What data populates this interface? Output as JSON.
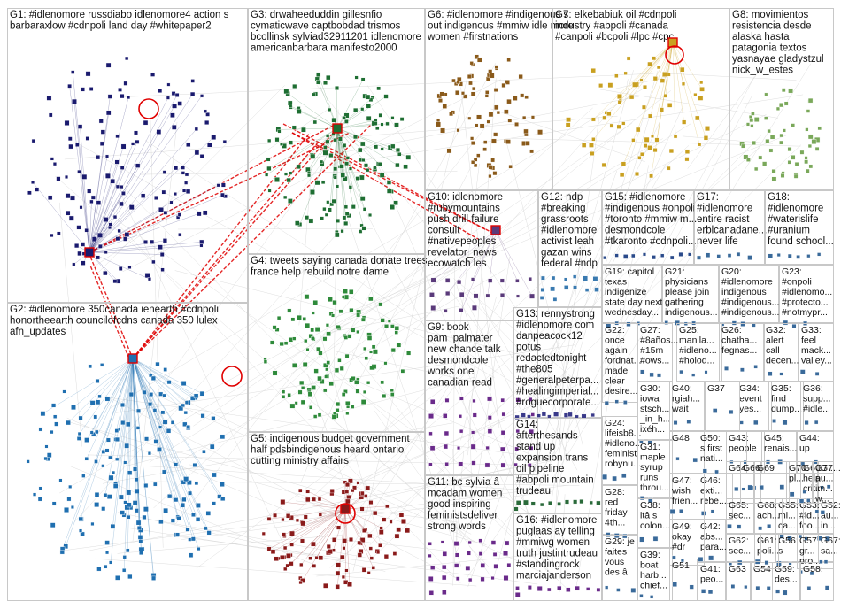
{
  "graph": {
    "background": "#ffffff",
    "border_color": "#c8c8c8",
    "edge_color": "#d0d0d0",
    "hub_edge_color": "#e00000",
    "groups": [
      {
        "id": "G1",
        "lines": [
          "G1: #idlenomore russdiabo idlenomore4 action s",
          "barbaraxlow #cdnpoli land day #whitepaper2"
        ],
        "color": "#1a1a6e",
        "nodes": 150,
        "ring": "#e00000"
      },
      {
        "id": "G2",
        "lines": [
          "G2: #idlenomore 350canada ienearth #cdnpoli",
          "honortheearth councilofcdns canada 350 lulex",
          "afn_updates"
        ],
        "color": "#1f6fb0",
        "nodes": 190,
        "ring": "#e00000"
      },
      {
        "id": "G3",
        "lines": [
          "G3: drwaheeduddin gillesnfio",
          "cymaticwave captbobdad trismos",
          "bcollinsk sylviad32911201 idlenomore",
          "americanbarbara manifesto2000"
        ],
        "color": "#1e6e32",
        "nodes": 150,
        "ring": ""
      },
      {
        "id": "G4",
        "lines": [
          "G4: tweets saying canada donate trees",
          "france help rebuild notre dame"
        ],
        "color": "#2e8a3a",
        "nodes": 130,
        "ring": ""
      },
      {
        "id": "G5",
        "lines": [
          "G5: indigenous budget government",
          "half pdsbindigenous heard ontario",
          "cutting ministry affairs"
        ],
        "color": "#8a1a1a",
        "nodes": 110,
        "ring": "#e00000"
      },
      {
        "id": "G6",
        "lines": [
          "G6: #idlenomore #indigenous s",
          "out indigenous #mmiw idle more",
          "women #firstnations"
        ],
        "color": "#8a5a1a",
        "nodes": 84,
        "ring": ""
      },
      {
        "id": "G7",
        "lines": [
          "G7: elkebabiuk oil #cdnpoli",
          "industry #abpoli #canada",
          "#canpoli #bcpoli #lpc #cpc"
        ],
        "color": "#c9a020",
        "nodes": 70,
        "ring": "#e00000"
      },
      {
        "id": "G8",
        "lines": [
          "G8: movimientos",
          "resistencia desde",
          "alaska hasta",
          "patagonia textos",
          "yasnayae gladystzul",
          "nick_w_estes"
        ],
        "color": "#7aa85a",
        "nodes": 55,
        "ring": ""
      },
      {
        "id": "G9",
        "lines": [
          "G9: book",
          "pam_palmater",
          "new chance talk",
          "desmondcole",
          "works one",
          "canadian read"
        ],
        "color": "#6a2a8a",
        "nodes": 40,
        "ring": ""
      },
      {
        "id": "G10",
        "lines": [
          "G10: idlenomore",
          "#rubymountains",
          "push drill failure",
          "consult",
          "#nativepeoples",
          "revelator_news",
          "ecowatch les"
        ],
        "color": "#5a3a7a",
        "nodes": 20,
        "ring": ""
      },
      {
        "id": "G11",
        "lines": [
          "G11: bc sylvia â",
          "mcadam women",
          "good inspiring",
          "feministsdeliver",
          "strong words"
        ],
        "color": "#6a2a8a",
        "nodes": 30,
        "ring": ""
      },
      {
        "id": "G12",
        "lines": [
          "G12: ndp",
          "#breaking",
          "grassroots",
          "#idlenomore",
          "activist leah",
          "gazan wins",
          "federal #ndp"
        ],
        "color": "#3a7ab0",
        "nodes": 14,
        "ring": ""
      },
      {
        "id": "G13",
        "lines": [
          "G13: rennystrong",
          "#idlenomore com",
          "danpeacock12",
          "potus",
          "redactedtonight",
          "#the805",
          "#generalpeterpa...",
          "#healingimperial...",
          "#roguecorporate..."
        ],
        "color": "#3a3a8a",
        "nodes": 12,
        "ring": ""
      },
      {
        "id": "G14",
        "lines": [
          "G14:",
          "afterthesands",
          "stand up",
          "expansion trans",
          "oil pipeline",
          "#abpoli mountain",
          "trudeau"
        ],
        "color": "#2a6a3a",
        "nodes": 12,
        "ring": ""
      },
      {
        "id": "G15",
        "lines": [
          "G15: #idlenomore",
          "#indigenous #onpoli",
          "#toronto #mmiw m...",
          "desmondcole",
          "#tkaronto #cdnpoli..."
        ],
        "color": "#2a4a8a",
        "nodes": 10,
        "ring": ""
      },
      {
        "id": "G16",
        "lines": [
          "G16: #idlenomore",
          "puglaas ay telling",
          "#mmiwg women",
          "truth justintrudeau",
          "#standingrock",
          "marciajanderson"
        ],
        "color": "#6a2a8a",
        "nodes": 10,
        "ring": ""
      },
      {
        "id": "G17",
        "lines": [
          "G17:",
          "#idlenomore",
          "entire racist",
          "erblcanadane...",
          "never life"
        ],
        "color": "#3a6a9a",
        "nodes": 6,
        "ring": ""
      },
      {
        "id": "G18",
        "lines": [
          "G18:",
          "#idlenomore",
          "#waterislife",
          "#uranium",
          "found school..."
        ],
        "color": "#3a6a9a",
        "nodes": 6,
        "ring": ""
      },
      {
        "id": "G19",
        "lines": [
          "G19: capitol",
          "texas",
          "indigenize",
          "state day next",
          "wednesday..."
        ],
        "color": "#3a6a9a",
        "nodes": 4,
        "ring": ""
      },
      {
        "id": "G20",
        "lines": [
          "G20:",
          "#idlenomore",
          "indigenous",
          "#indigenous...",
          "#indigenous..."
        ],
        "color": "#3a6a9a",
        "nodes": 4,
        "ring": ""
      },
      {
        "id": "G21",
        "lines": [
          "G21:",
          "physicians",
          "please join",
          "gathering",
          "indigenous..."
        ],
        "color": "#3a6a9a",
        "nodes": 4,
        "ring": ""
      },
      {
        "id": "G22",
        "lines": [
          "G22:",
          "once",
          "again",
          "fordnat...",
          "made",
          "clear",
          "desire..."
        ],
        "color": "#3a6a9a",
        "nodes": 3,
        "ring": ""
      },
      {
        "id": "G23",
        "lines": [
          "G23:",
          "#onpoli",
          "#idlenomo...",
          "#protecto...",
          "#notmypr..."
        ],
        "color": "#3a6a9a",
        "nodes": 3,
        "ring": ""
      },
      {
        "id": "G24",
        "lines": [
          "G24:",
          "lifeisb8...",
          "#idleno...",
          "feminist",
          "robynu..."
        ],
        "color": "#3a6a9a",
        "nodes": 3,
        "ring": ""
      },
      {
        "id": "G25",
        "lines": [
          "G25:",
          "manila...",
          "#idleno...",
          "#holod..."
        ],
        "color": "#3a6a9a",
        "nodes": 3,
        "ring": ""
      },
      {
        "id": "G26",
        "lines": [
          "G26:",
          "chatha...",
          "fegnas..."
        ],
        "color": "#3a6a9a",
        "nodes": 3,
        "ring": ""
      },
      {
        "id": "G27",
        "lines": [
          "G27:",
          "#8años...",
          "#15m",
          "#ows..."
        ],
        "color": "#3a6a9a",
        "nodes": 3,
        "ring": ""
      },
      {
        "id": "G28",
        "lines": [
          "G28:",
          "red",
          "friday",
          "4th..."
        ],
        "color": "#3a6a9a",
        "nodes": 3,
        "ring": ""
      },
      {
        "id": "G29",
        "lines": [
          "G29: je",
          "faites",
          "vous",
          "des â"
        ],
        "color": "#3a6a9a",
        "nodes": 3,
        "ring": ""
      },
      {
        "id": "G30",
        "lines": [
          "G30:",
          "iowa",
          "stsch...",
          "_in_h...",
          "ixéh..."
        ],
        "color": "#3a6a9a",
        "nodes": 2,
        "ring": ""
      },
      {
        "id": "G31",
        "lines": [
          "G31:",
          "maple",
          "syrup",
          "runs",
          "throu..."
        ],
        "color": "#3a6a9a",
        "nodes": 2,
        "ring": ""
      },
      {
        "id": "G32",
        "lines": [
          "G32:",
          "alert",
          "call",
          "decen..."
        ],
        "color": "#3a6a9a",
        "nodes": 2,
        "ring": ""
      },
      {
        "id": "G33",
        "lines": [
          "G33:",
          "feel",
          "mack...",
          "valley..."
        ],
        "color": "#3a6a9a",
        "nodes": 2,
        "ring": ""
      },
      {
        "id": "G34",
        "lines": [
          "G34:",
          "event",
          "yes..."
        ],
        "color": "#3a6a9a",
        "nodes": 2,
        "ring": ""
      },
      {
        "id": "G35",
        "lines": [
          "G35:",
          "find",
          "dump..."
        ],
        "color": "#3a6a9a",
        "nodes": 2,
        "ring": ""
      },
      {
        "id": "G36",
        "lines": [
          "G36:",
          "supp...",
          "#idle..."
        ],
        "color": "#3a6a9a",
        "nodes": 2,
        "ring": ""
      },
      {
        "id": "G37",
        "lines": [
          "G37"
        ],
        "color": "#3a6a9a",
        "nodes": 2,
        "ring": ""
      },
      {
        "id": "G38",
        "lines": [
          "G38:",
          "itâ s",
          "colon..."
        ],
        "color": "#3a6a9a",
        "nodes": 2,
        "ring": ""
      },
      {
        "id": "G39",
        "lines": [
          "G39:",
          "boat",
          "harb...",
          "chief..."
        ],
        "color": "#3a6a9a",
        "nodes": 2,
        "ring": ""
      },
      {
        "id": "G40",
        "lines": [
          "G40:",
          "rgiah...",
          "wait"
        ],
        "color": "#3a6a9a",
        "nodes": 2,
        "ring": ""
      },
      {
        "id": "G41",
        "lines": [
          "G41:",
          "peo..."
        ],
        "color": "#3a6a9a",
        "nodes": 2,
        "ring": ""
      },
      {
        "id": "G42",
        "lines": [
          "G42:",
          "abs...",
          "para..."
        ],
        "color": "#3a6a9a",
        "nodes": 2,
        "ring": ""
      },
      {
        "id": "G43",
        "lines": [
          "G43:",
          "people"
        ],
        "color": "#3a6a9a",
        "nodes": 2,
        "ring": ""
      },
      {
        "id": "G44",
        "lines": [
          "G44:",
          "up"
        ],
        "color": "#3a6a9a",
        "nodes": 2,
        "ring": ""
      },
      {
        "id": "G45",
        "lines": [
          "G45:",
          "renais..."
        ],
        "color": "#3a6a9a",
        "nodes": 2,
        "ring": ""
      },
      {
        "id": "G46",
        "lines": [
          "G46:",
          "exti...",
          "rebe..."
        ],
        "color": "#3a6a9a",
        "nodes": 2,
        "ring": ""
      },
      {
        "id": "G47",
        "lines": [
          "G47:",
          "wish",
          "frien..."
        ],
        "color": "#3a6a9a",
        "nodes": 2,
        "ring": ""
      },
      {
        "id": "G48",
        "lines": [
          "G48"
        ],
        "color": "#3a6a9a",
        "nodes": 2,
        "ring": ""
      },
      {
        "id": "G49",
        "lines": [
          "G49:",
          "okay",
          "#dr"
        ],
        "color": "#3a6a9a",
        "nodes": 2,
        "ring": ""
      },
      {
        "id": "G50",
        "lines": [
          "G50:",
          "s first",
          "nati..."
        ],
        "color": "#3a6a9a",
        "nodes": 2,
        "ring": ""
      },
      {
        "id": "G51",
        "lines": [
          "G51"
        ],
        "color": "#3a6a9a",
        "nodes": 2,
        "ring": ""
      },
      {
        "id": "G52",
        "lines": [
          "G52:",
          "au...",
          "in..."
        ],
        "color": "#3a6a9a",
        "nodes": 2,
        "ring": ""
      },
      {
        "id": "G53",
        "lines": [
          "G53:",
          "#id...",
          "foo..."
        ],
        "color": "#3a6a9a",
        "nodes": 2,
        "ring": ""
      },
      {
        "id": "G54",
        "lines": [
          "G54"
        ],
        "color": "#3a6a9a",
        "nodes": 2,
        "ring": ""
      },
      {
        "id": "G55",
        "lines": [
          "G55:",
          "mi...",
          "ca..."
        ],
        "color": "#3a6a9a",
        "nodes": 2,
        "ring": ""
      },
      {
        "id": "G56",
        "lines": [
          "G56:",
          "s"
        ],
        "color": "#3a6a9a",
        "nodes": 2,
        "ring": ""
      },
      {
        "id": "G57",
        "lines": [
          "G57:",
          "gr...",
          "pro..."
        ],
        "color": "#3a6a9a",
        "nodes": 2,
        "ring": ""
      },
      {
        "id": "G58",
        "lines": [
          "G58:"
        ],
        "color": "#3a6a9a",
        "nodes": 2,
        "ring": ""
      },
      {
        "id": "G59",
        "lines": [
          "G59:",
          "des..."
        ],
        "color": "#3a6a9a",
        "nodes": 2,
        "ring": ""
      },
      {
        "id": "G60",
        "lines": [
          "G60:",
          "help",
          "crit..."
        ],
        "color": "#3a6a9a",
        "nodes": 2,
        "ring": ""
      },
      {
        "id": "G61",
        "lines": [
          "G61:",
          "poli..."
        ],
        "color": "#3a6a9a",
        "nodes": 2,
        "ring": ""
      },
      {
        "id": "G62",
        "lines": [
          "G62:",
          "sec..."
        ],
        "color": "#3a6a9a",
        "nodes": 2,
        "ring": ""
      },
      {
        "id": "G63",
        "lines": [
          "G63"
        ],
        "color": "#3a6a9a",
        "nodes": 2,
        "ring": ""
      },
      {
        "id": "G64",
        "lines": [
          "G64"
        ],
        "color": "#3a6a9a",
        "nodes": 2,
        "ring": ""
      },
      {
        "id": "G65",
        "lines": [
          "G65:",
          "sec..."
        ],
        "color": "#3a6a9a",
        "nodes": 2,
        "ring": ""
      },
      {
        "id": "G66",
        "lines": [
          "G66"
        ],
        "color": "#3a6a9a",
        "nodes": 2,
        "ring": ""
      },
      {
        "id": "G67",
        "lines": [
          "G67:",
          "sa..."
        ],
        "color": "#3a6a9a",
        "nodes": 2,
        "ring": ""
      },
      {
        "id": "G68",
        "lines": [
          "G68:",
          "ach..."
        ],
        "color": "#3a6a9a",
        "nodes": 2,
        "ring": ""
      },
      {
        "id": "G69",
        "lines": [
          "G69"
        ],
        "color": "#3a6a9a",
        "nodes": 2,
        "ring": ""
      },
      {
        "id": "G70",
        "lines": [
          "G70:",
          "pl..."
        ],
        "color": "#3a6a9a",
        "nodes": 2,
        "ring": ""
      },
      {
        "id": "G71",
        "lines": [
          "G7..."
        ],
        "color": "#3a6a9a",
        "nodes": 2,
        "ring": ""
      },
      {
        "id": "G72",
        "lines": [
          "G7...",
          "au...",
          "im...",
          "w..."
        ],
        "color": "#3a6a9a",
        "nodes": 2,
        "ring": ""
      }
    ]
  }
}
